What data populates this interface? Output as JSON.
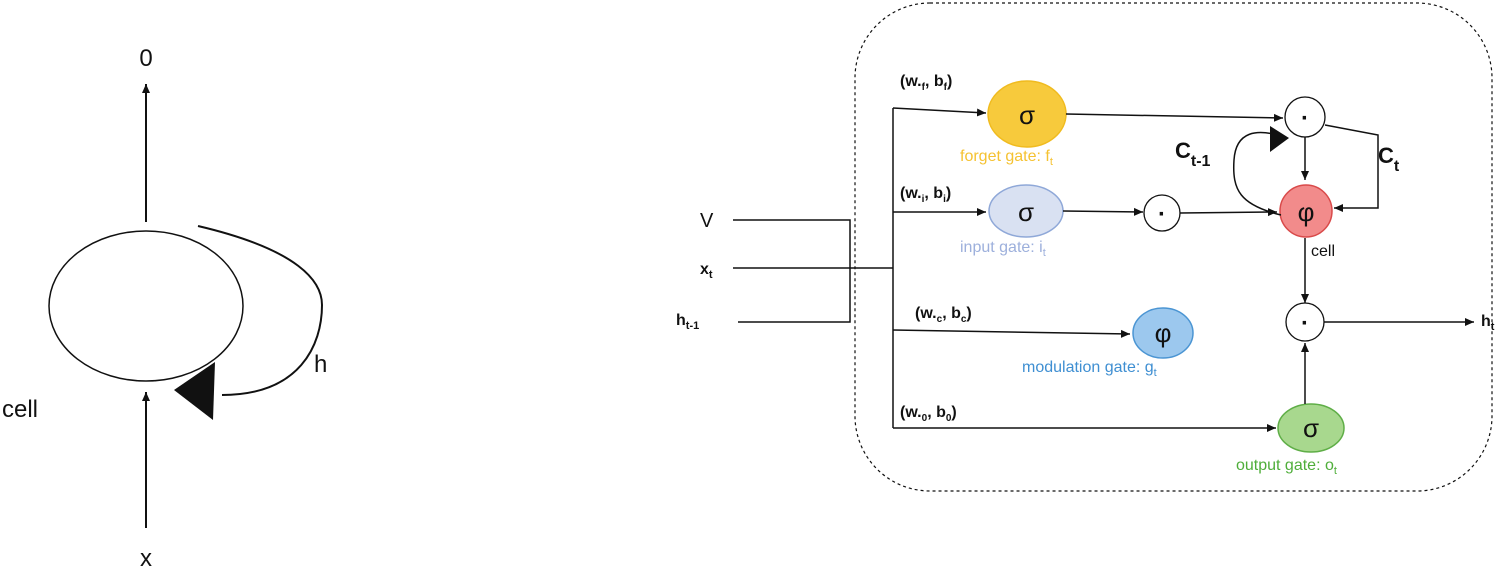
{
  "colors": {
    "line": "#111111",
    "forget": "#f7ca3c",
    "forget_text": "#f5c231",
    "input": "#d9e1f2",
    "input_stroke": "#8fa8d8",
    "input_text": "#9db0dc",
    "modulation": "#9cc8ee",
    "modulation_stroke": "#4b95d3",
    "modulation_text": "#3f8fd2",
    "cell": "#f28b8b",
    "cell_stroke": "#d94a4a",
    "output": "#a8d88e",
    "output_stroke": "#5fae47",
    "output_text": "#4fae3a"
  },
  "rnn": {
    "output_label": "0",
    "input_label": "x",
    "cell_label": "cell",
    "hidden_label": "h"
  },
  "lstm": {
    "inputs": {
      "v": "V",
      "x": {
        "base": "x",
        "sub": "t"
      },
      "h_prev": {
        "base": "h",
        "sub": "t-1"
      }
    },
    "weights": {
      "forget": {
        "w": "(w.",
        "wsub": "f",
        "sep": ", b",
        "bsub": "f",
        "end": ")"
      },
      "input": {
        "w": "(w.",
        "wsub": "i",
        "sep": ", b",
        "bsub": "i",
        "end": ")"
      },
      "modulation": {
        "w": "(w.",
        "wsub": "c",
        "sep": ", b",
        "bsub": "c",
        "end": ")"
      },
      "output": {
        "w": "(w.",
        "wsub": "0",
        "sep": ", b",
        "bsub": "0",
        "end": ")"
      }
    },
    "gates": {
      "forget": {
        "symbol": "σ",
        "label": "forget gate: f",
        "sub": "t"
      },
      "input": {
        "symbol": "σ",
        "label": "input gate: i",
        "sub": "t"
      },
      "modulation": {
        "symbol": "φ",
        "label": "modulation gate: g",
        "sub": "t"
      },
      "output": {
        "symbol": "σ",
        "label": "output gate: o",
        "sub": "t"
      },
      "cell": {
        "symbol": "φ",
        "label": "cell"
      }
    },
    "mult_symbol": "·",
    "cell_prev": {
      "base": "C",
      "sub": "t-1"
    },
    "cell_curr": {
      "base": "C",
      "sub": "t"
    },
    "output": {
      "base": "h",
      "sub": "t"
    }
  }
}
